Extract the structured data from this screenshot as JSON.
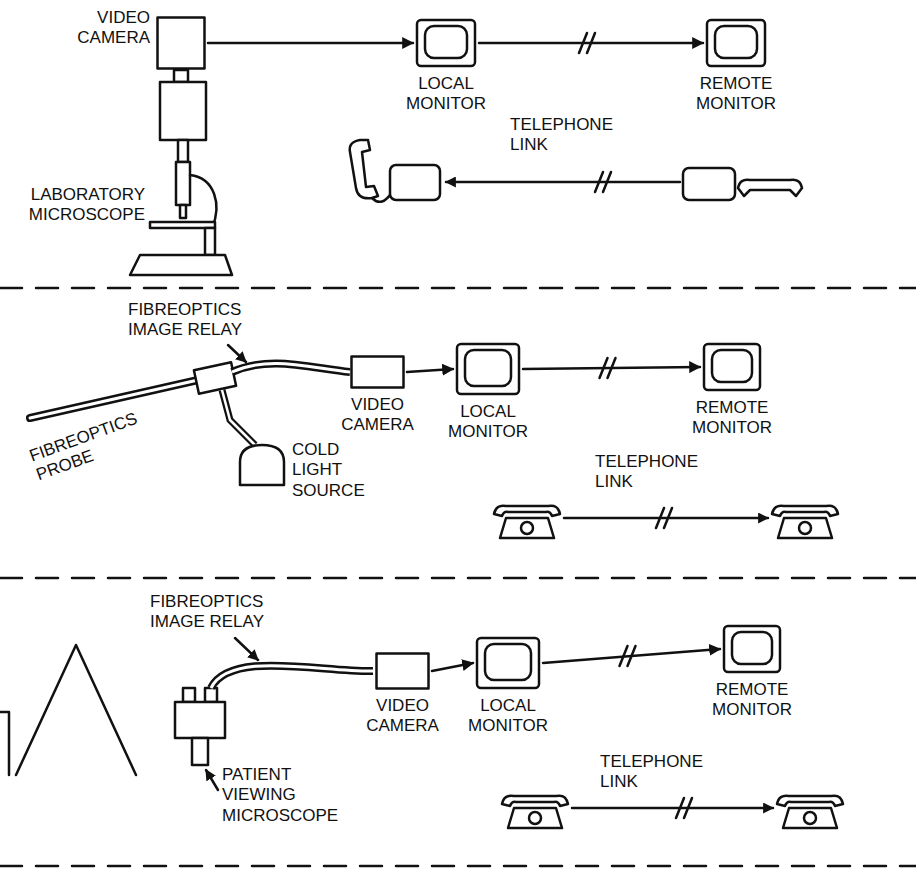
{
  "diagram": {
    "nodes": [
      {
        "text": [
          "VIDEO CAMERA"
        ]
      },
      {
        "text": [
          "LOCAL MONITOR"
        ]
      },
      {
        "text": [
          "REMOTE MONITOR"
        ]
      },
      {
        "text": [
          "VIDEO CAMERA"
        ]
      },
      {
        "text": [
          "LOCAL MONITOR"
        ]
      },
      {
        "text": [
          "REMOTE MONITOR"
        ]
      },
      {
        "text": [
          "VIDEO CAMERA"
        ]
      },
      {
        "text": [
          "LOCAL MONITOR"
        ]
      },
      {
        "text": [
          "REMOTE MONITOR"
        ]
      }
    ],
    "edges": [
      {
        "from": 0,
        "to": 1,
        "arrow": "to"
      },
      {
        "from": 1,
        "to": 2,
        "arrow": "to"
      },
      {
        "from": 3,
        "to": 4,
        "arrow": "to"
      },
      {
        "from": 4,
        "to": 5,
        "arrow": "to"
      },
      {
        "from": 6,
        "to": 7,
        "arrow": "to"
      },
      {
        "from": 7,
        "to": 8,
        "arrow": "to"
      }
    ],
    "labels": [
      "LABORATORY MICROSCOPE",
      "TELEPHONE LINK",
      "FIBREOPTICS IMAGE RELAY",
      "FIBREOPTICS PROBE",
      "COLD LIGHT SOURCE",
      "TELEPHONE LINK",
      "FIBREOPTICS IMAGE RELAY",
      "PATIENT VIEWING MICROSCOPE",
      "TELEPHONE LINK"
    ]
  }
}
